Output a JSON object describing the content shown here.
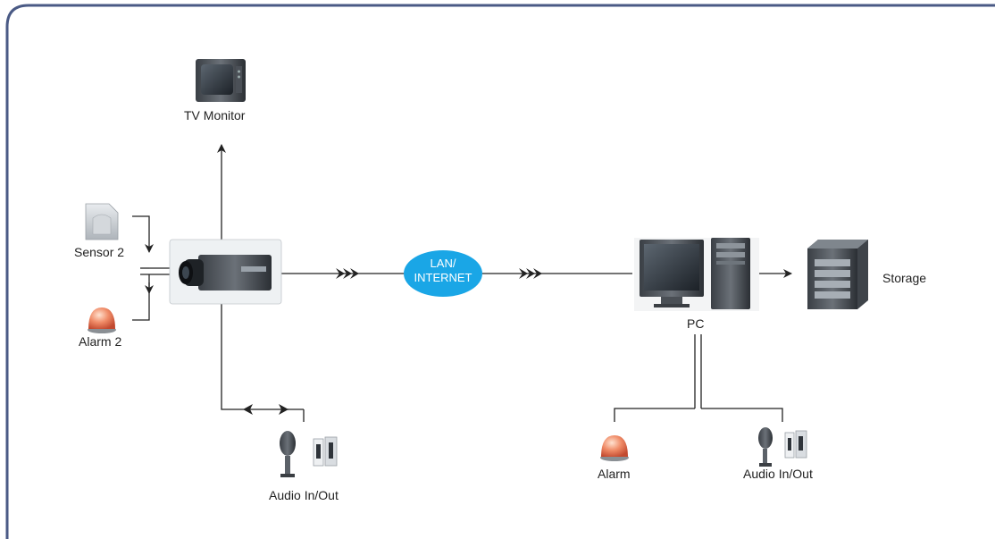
{
  "nodes": {
    "tv_monitor": "TV Monitor",
    "sensor": "Sensor 2",
    "alarm_left": "Alarm 2",
    "cloud_line1": "LAN/",
    "cloud_line2": "INTERNET",
    "pc": "PC",
    "storage": "Storage",
    "alarm_right": "Alarm",
    "audio_left": "Audio In/Out",
    "audio_right": "Audio In/Out"
  },
  "colors": {
    "frame_border": "#4a5a85",
    "cloud_fill": "#1aa6e6",
    "line": "#222222"
  }
}
